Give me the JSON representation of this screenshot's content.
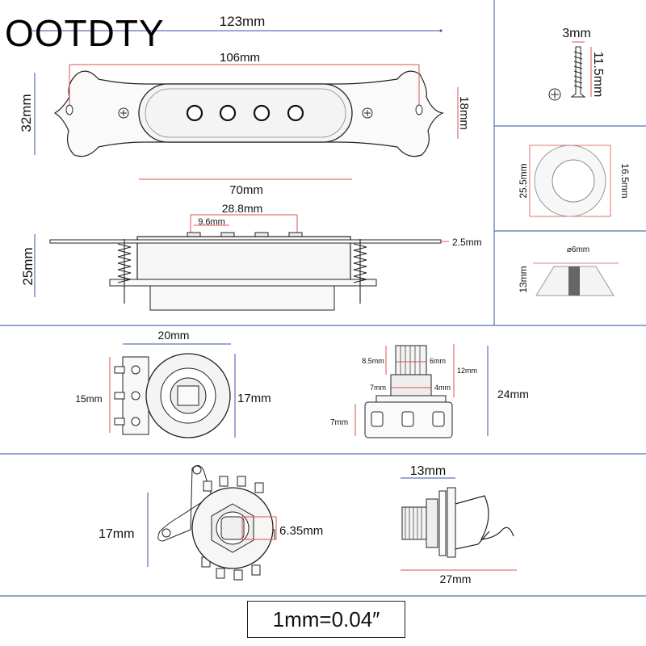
{
  "brand": "OOTDTY",
  "colors": {
    "panel_border": "#5a6fb0",
    "dim_red": "#d9534f",
    "dim_blue": "#3b4fa8",
    "line": "#222222",
    "part_fill": "#f2f2f2"
  },
  "pickup_top": {
    "overall_length": "123mm",
    "hole_spacing": "106mm",
    "height": "32mm",
    "cover_height": "18mm",
    "cover_length": "70mm"
  },
  "pickup_side": {
    "pole_span": "28.8mm",
    "pole_gap": "9.6mm",
    "plate_thickness": "2.5mm",
    "total_height": "25mm"
  },
  "screw": {
    "diameter": "3mm",
    "length": "11.5mm"
  },
  "knob_top": {
    "outer": "25.5mm",
    "inner": "16.5mm"
  },
  "knob_side": {
    "shaft": "⌀6mm",
    "height": "13mm"
  },
  "pot_top": {
    "width": "20mm",
    "lug_span": "15mm",
    "diameter": "17mm"
  },
  "pot_side": {
    "shaft_height": "8.5mm",
    "shaft_dia": "6mm",
    "bushing": "7mm",
    "thread": "4mm",
    "upper": "12mm",
    "total": "24mm",
    "body": "7mm"
  },
  "jack_front": {
    "height": "17mm",
    "bore": "6.35mm"
  },
  "jack_side": {
    "barrel": "13mm",
    "length": "27mm"
  },
  "scale_note": "1mm=0.04″"
}
